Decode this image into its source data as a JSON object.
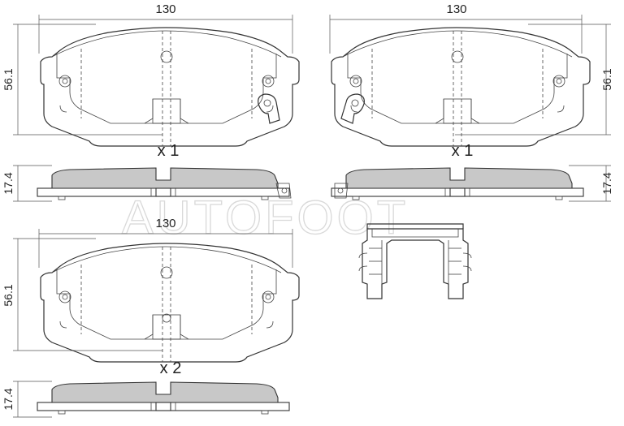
{
  "watermark": "AUTOFOOT",
  "pads": {
    "top_left": {
      "width_label": "130",
      "height_label": "56.1",
      "profile_thickness_label": "17.4",
      "quantity_label": "x 1"
    },
    "top_right": {
      "width_label": "130",
      "height_label": "56.1",
      "profile_thickness_label": "17.4",
      "quantity_label": "x 1"
    },
    "bottom": {
      "width_label": "130",
      "height_label": "56.1",
      "profile_thickness_label": "17.4",
      "quantity_label": "x 2"
    }
  },
  "icons": {
    "clip": "anti-rattle-clip-icon",
    "wear_sensor": "wear-indicator-icon"
  }
}
